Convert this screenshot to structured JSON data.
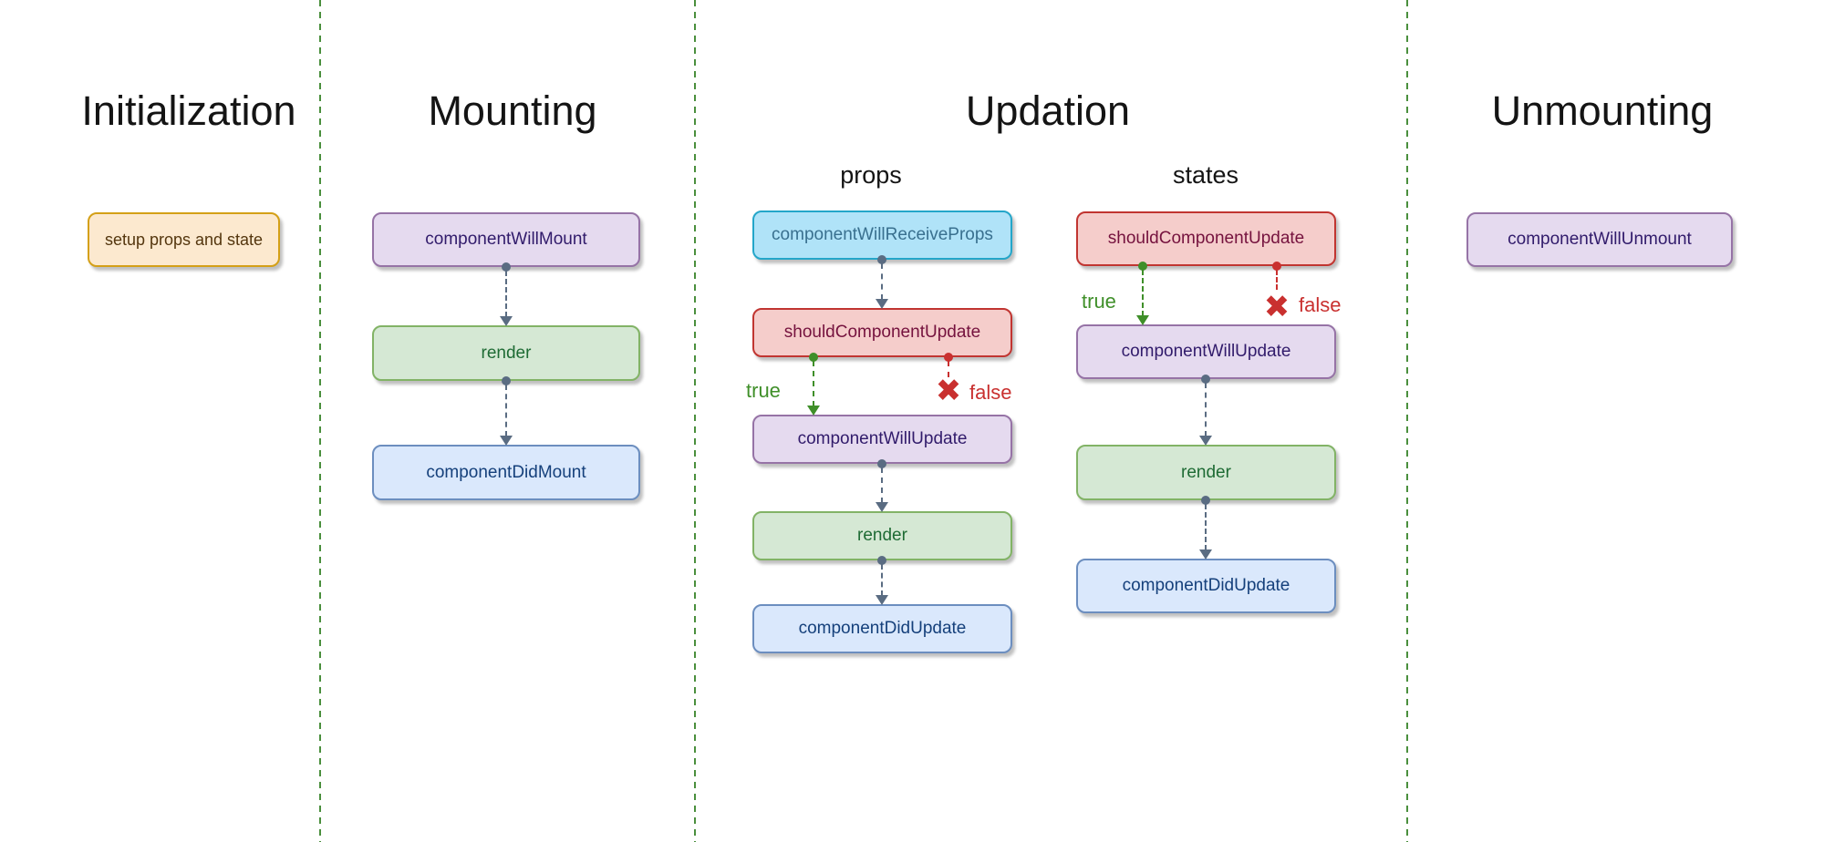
{
  "sections": [
    {
      "title": "Initialization"
    },
    {
      "title": "Mounting"
    },
    {
      "title": "Updation",
      "columns": [
        {
          "label": "props"
        },
        {
          "label": "states"
        }
      ]
    },
    {
      "title": "Unmounting"
    }
  ],
  "nodes": [
    {
      "label": "setup props and state",
      "section": "Initialization",
      "palette": "orange"
    },
    {
      "label": "componentWillMount",
      "section": "Mounting",
      "palette": "purple"
    },
    {
      "label": "render",
      "section": "Mounting",
      "palette": "green"
    },
    {
      "label": "componentDidMount",
      "section": "Mounting",
      "palette": "blue"
    },
    {
      "label": "componentWillReceiveProps",
      "section": "Updation",
      "column": "props",
      "palette": "cyan"
    },
    {
      "label": "shouldComponentUpdate",
      "section": "Updation",
      "column": "props",
      "palette": "red"
    },
    {
      "label": "componentWillUpdate",
      "section": "Updation",
      "column": "props",
      "palette": "purple"
    },
    {
      "label": "render",
      "section": "Updation",
      "column": "props",
      "palette": "green"
    },
    {
      "label": "componentDidUpdate",
      "section": "Updation",
      "column": "props",
      "palette": "blue"
    },
    {
      "label": "shouldComponentUpdate",
      "section": "Updation",
      "column": "states",
      "palette": "red"
    },
    {
      "label": "componentWillUpdate",
      "section": "Updation",
      "column": "states",
      "palette": "purple"
    },
    {
      "label": "render",
      "section": "Updation",
      "column": "states",
      "palette": "green"
    },
    {
      "label": "componentDidUpdate",
      "section": "Updation",
      "column": "states",
      "palette": "blue"
    },
    {
      "label": "componentWillUnmount",
      "section": "Unmounting",
      "palette": "purple"
    }
  ],
  "edges": [
    {
      "from": "componentWillMount",
      "to": "render",
      "column": "mounting",
      "style": "slate"
    },
    {
      "from": "render",
      "to": "componentDidMount",
      "column": "mounting",
      "style": "slate"
    },
    {
      "from": "componentWillReceiveProps",
      "to": "shouldComponentUpdate",
      "column": "props",
      "style": "slate"
    },
    {
      "from": "shouldComponentUpdate",
      "to": "componentWillUpdate",
      "column": "props",
      "style": "green",
      "label": "true"
    },
    {
      "from": "shouldComponentUpdate",
      "to": "rejected",
      "column": "props",
      "style": "red",
      "label": "false"
    },
    {
      "from": "componentWillUpdate",
      "to": "render",
      "column": "props",
      "style": "slate"
    },
    {
      "from": "render",
      "to": "componentDidUpdate",
      "column": "props",
      "style": "slate"
    },
    {
      "from": "shouldComponentUpdate",
      "to": "componentWillUpdate",
      "column": "states",
      "style": "green",
      "label": "true"
    },
    {
      "from": "shouldComponentUpdate",
      "to": "rejected",
      "column": "states",
      "style": "red",
      "label": "false"
    },
    {
      "from": "componentWillUpdate",
      "to": "render",
      "column": "states",
      "style": "slate"
    },
    {
      "from": "render",
      "to": "componentDidUpdate",
      "column": "states",
      "style": "slate"
    }
  ],
  "icons": {
    "false_x": "✖"
  },
  "colors": {
    "background": "#ffffff",
    "separator_green": "#4a8f3d",
    "arrow_slate": "#5a6c82",
    "true_green": "#3f8f29",
    "false_red": "#c9302f",
    "heading_text": "#141414",
    "palettes": {
      "orange": {
        "fill": "#fce9cf",
        "border": "#d4a017",
        "text": "#54360e"
      },
      "purple": {
        "fill": "#e5daef",
        "border": "#9673a6",
        "text": "#311b6b"
      },
      "green": {
        "fill": "#d5e8d4",
        "border": "#82b366",
        "text": "#1e6b34"
      },
      "blue": {
        "fill": "#dae8fc",
        "border": "#6c8ebf",
        "text": "#15407b"
      },
      "cyan": {
        "fill": "#b0e3f8",
        "border": "#24a6c9",
        "text": "#39708f"
      },
      "red": {
        "fill": "#f5cdcb",
        "border": "#c13531",
        "text": "#75123e"
      }
    }
  }
}
